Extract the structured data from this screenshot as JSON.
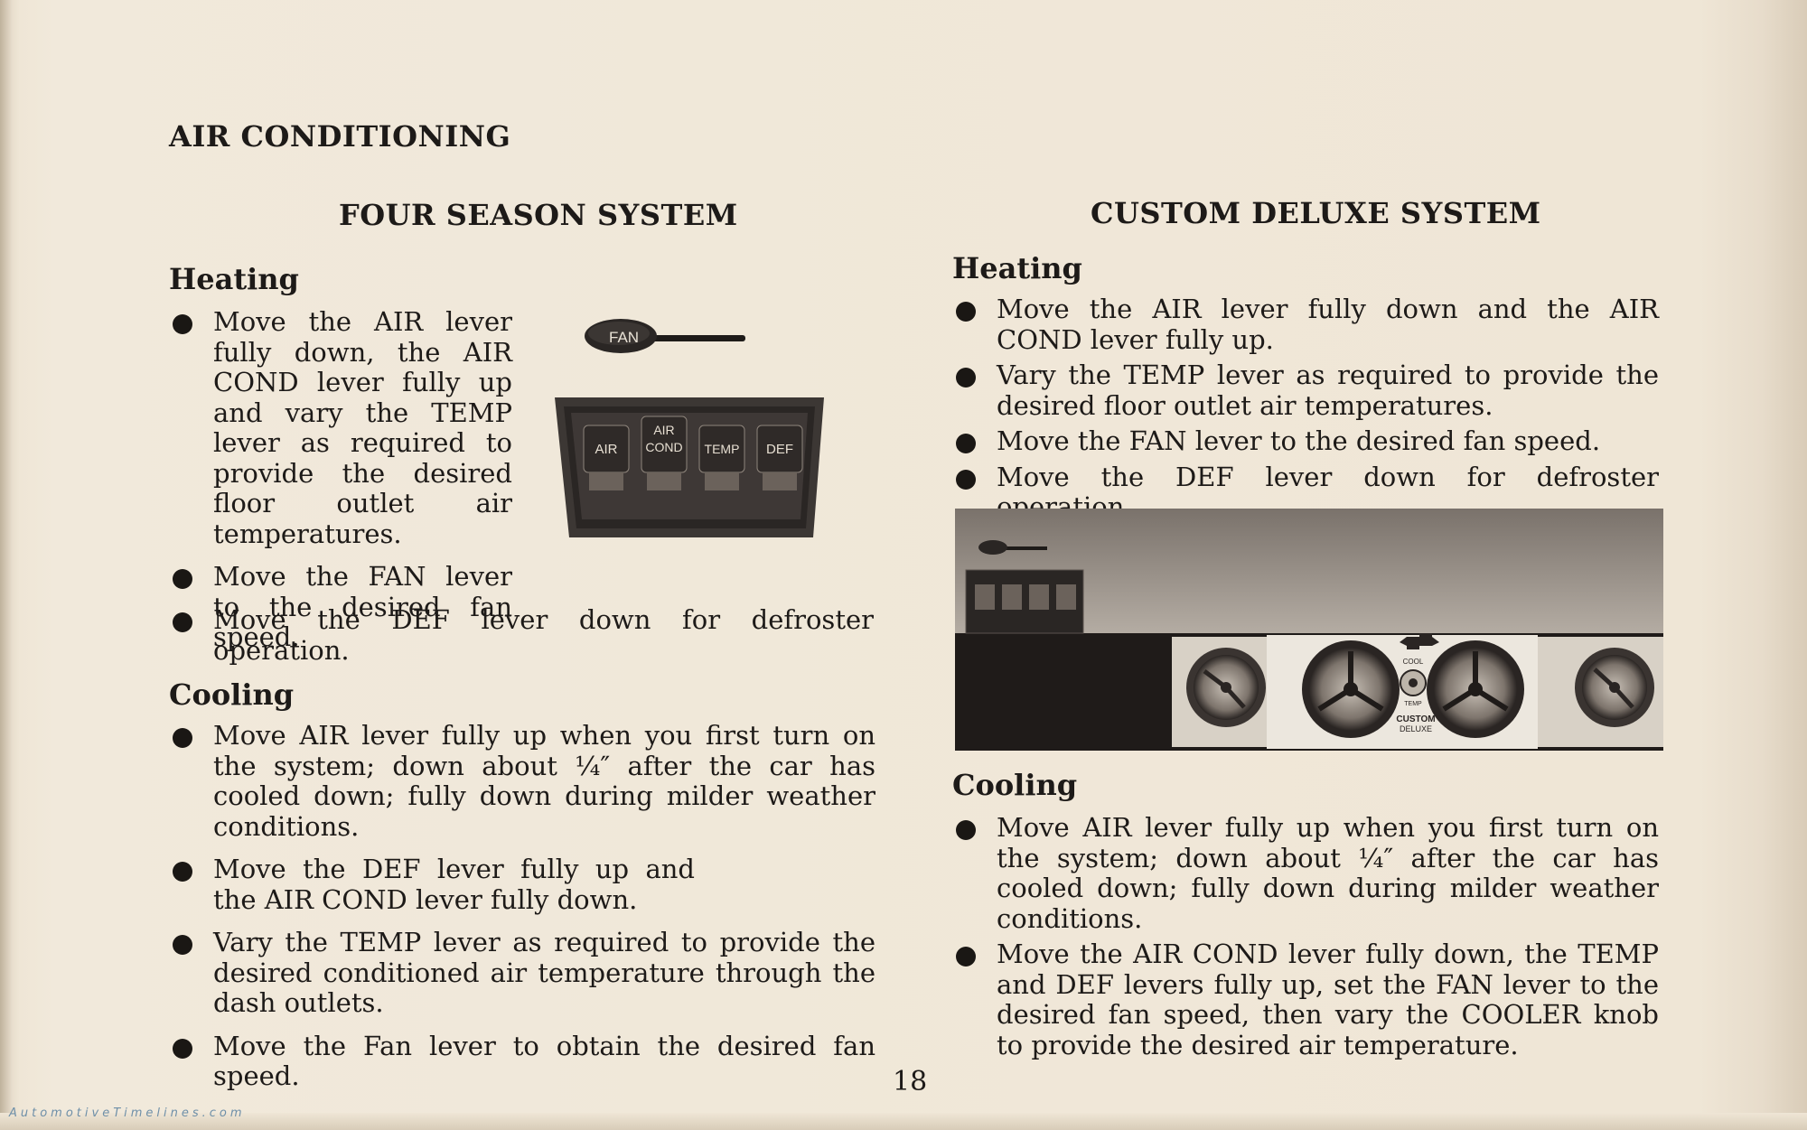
{
  "title": "AIR CONDITIONING",
  "page_number": "18",
  "watermark": "AutomotiveTimelines.com",
  "left": {
    "heading": "FOUR SEASON SYSTEM",
    "heating": {
      "label": "Heating",
      "items": [
        "Move the AIR lever fully down, the AIR COND lever fully up and vary the TEMP lever as required to provide the desired floor outlet air temperatures.",
        "Move the FAN lever to the desired fan speed.",
        "Move the DEF lever down for defroster operation."
      ]
    },
    "cooling": {
      "label": "Cooling",
      "items": [
        "Move AIR lever fully up when you first turn on the system; down about ¼″ after the car has cooled down; fully down during milder weather conditions.",
        "Move the DEF lever fully up and the AIR COND lever fully down.",
        "Vary the TEMP lever as required to provide the desired conditioned air temperature through the dash outlets.",
        "Move the Fan lever to obtain the desired fan speed."
      ]
    },
    "panel": {
      "fan_label": "FAN",
      "levers": [
        "AIR",
        "AIR COND",
        "TEMP",
        "DEF"
      ]
    }
  },
  "right": {
    "heading": "CUSTOM DELUXE SYSTEM",
    "heating": {
      "label": "Heating",
      "items": [
        "Move the AIR lever fully down and the AIR COND lever fully up.",
        "Vary the TEMP lever as required to provide the desired floor outlet air temperatures.",
        "Move the FAN lever to the desired fan speed.",
        "Move the DEF lever down for defroster operation."
      ]
    },
    "cooling": {
      "label": "Cooling",
      "items": [
        "Move AIR lever fully up when you first turn on the system; down about ¼″ after the car has cooled down; fully down during milder weather conditions.",
        "Move the AIR COND lever fully down, the TEMP and DEF levers fully up, set the FAN lever to the desired fan speed, then vary the COOLER knob to provide the desired air temperature."
      ]
    },
    "dash": {
      "cool_label": "COOL",
      "temp_label": "TEMP",
      "badge_line1": "CUSTOM",
      "badge_line2": "DELUXE"
    }
  }
}
